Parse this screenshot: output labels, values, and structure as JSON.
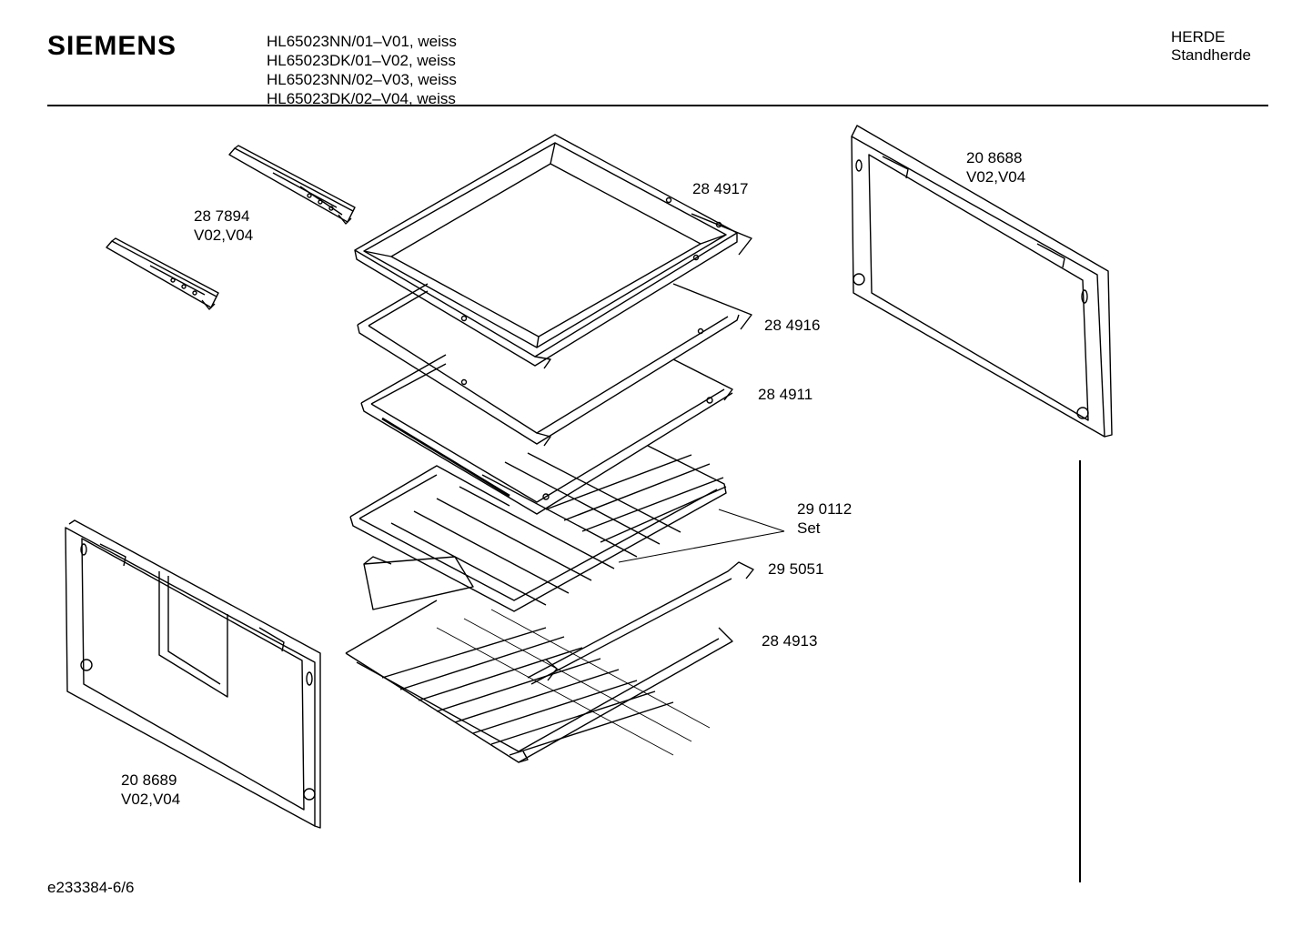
{
  "header": {
    "brand": "SIEMENS",
    "models": [
      "HL65023NN/01–V01, weiss",
      "HL65023DK/01–V02, weiss",
      "HL65023NN/02–V03, weiss",
      "HL65023DK/02–V04, weiss"
    ],
    "category": "HERDE",
    "subcategory": "Standherde"
  },
  "parts": [
    {
      "number": "28 7894",
      "variant": "V02,V04"
    },
    {
      "number": "28 4917"
    },
    {
      "number": "20 8688",
      "variant": "V02,V04"
    },
    {
      "number": "28 4916"
    },
    {
      "number": "28 4911"
    },
    {
      "number": "29 0112",
      "variant": "Set"
    },
    {
      "number": "29 5051"
    },
    {
      "number": "28 4913"
    },
    {
      "number": "20 8689",
      "variant": "V02,V04"
    }
  ],
  "footer": {
    "code": "e233384-6/6"
  },
  "colors": {
    "ink": "#000000",
    "paper": "#ffffff"
  }
}
